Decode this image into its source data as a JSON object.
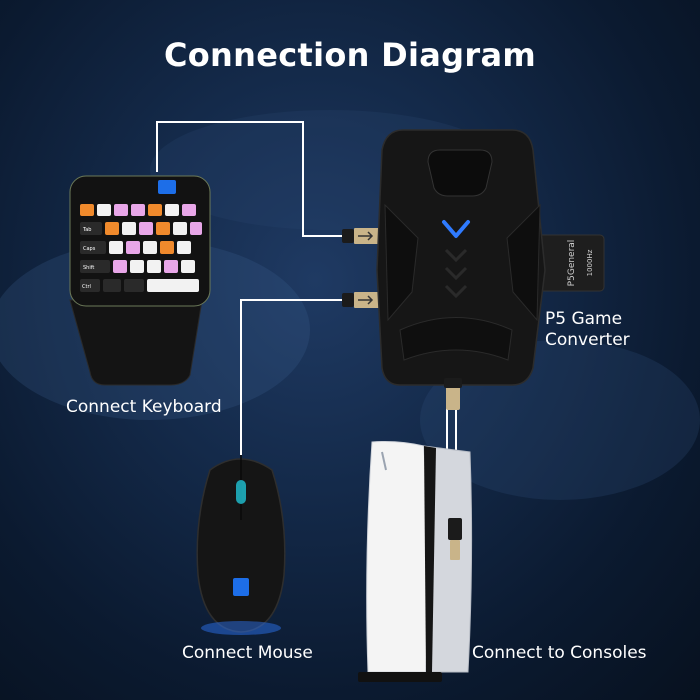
{
  "title": "Connection Diagram",
  "labels": {
    "keyboard": "Connect Keyboard",
    "converter_line1": "P5 Game",
    "converter_line2": "Converter",
    "mouse": "Connect Mouse",
    "consoles": "Connect to Consoles"
  },
  "converter_branding": {
    "brand": "P5General",
    "rate": "1000Hz"
  },
  "keyboard_keys": [
    "Tab",
    "Caps",
    "Shift",
    "Ctrl"
  ],
  "colors": {
    "background": "#0b1a30",
    "cable": "#ffffff",
    "accent_led": "#2f7bff",
    "key_orange": "#f08a2c",
    "key_pink": "#e8a6e8"
  }
}
